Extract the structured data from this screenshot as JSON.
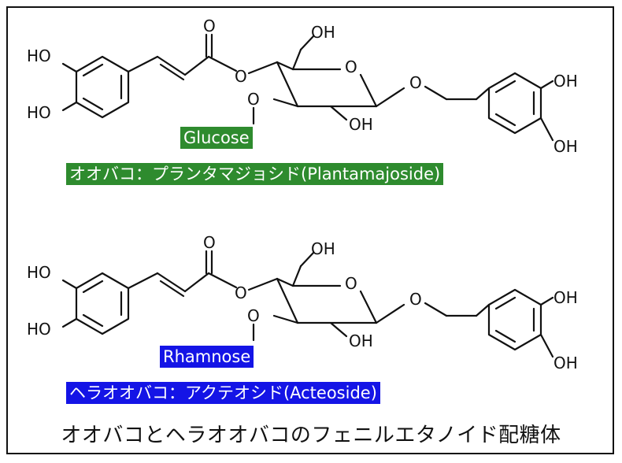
{
  "labels": {
    "HO": "HO",
    "OH": "OH",
    "O": "O"
  },
  "top": {
    "sugar_label": "Glucose",
    "sugar_color": "#2e8b2e",
    "compound_label": "オオバコ：プランタマジョシド(Plantamajoside)"
  },
  "bottom": {
    "sugar_label": "Rhamnose",
    "sugar_color": "#1414e6",
    "compound_label": "ヘラオオバコ：アクテオシド(Acteoside)"
  },
  "caption": "オオバコとヘラオオバコのフェニルエタノイド配糖体"
}
